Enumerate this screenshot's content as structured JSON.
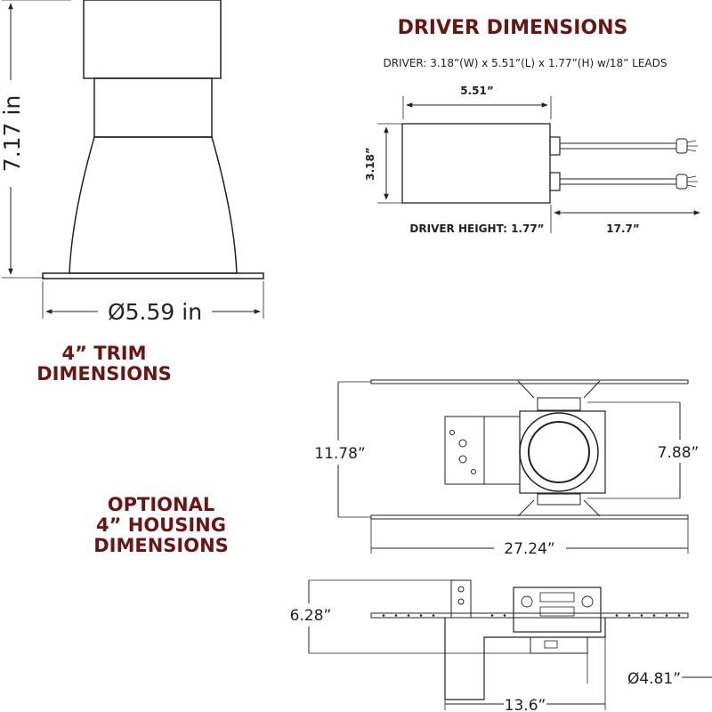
{
  "colors": {
    "heading": "#6b1414",
    "ink": "#222222",
    "background": "#ffffff"
  },
  "driver": {
    "heading": "DRIVER DIMENSIONS",
    "spec": "DRIVER: 3.18”(W) x 5.51”(L) x 1.77”(H) w/18” LEADS",
    "length_label": "5.51”",
    "width_label": "3.18”",
    "height_label": "DRIVER HEIGHT: 1.77”",
    "leads_label": "17.7”"
  },
  "trim": {
    "heading_line1": "4” TRIM",
    "heading_line2": "DIMENSIONS",
    "height_label": "7.17 in",
    "diameter_label": "Ø5.59 in"
  },
  "housing": {
    "heading_line1": "OPTIONAL",
    "heading_line2": "4” HOUSING",
    "heading_line3": "DIMENSIONS",
    "depth_label": "11.78”",
    "ring_label": "7.88”",
    "length_label": "27.24”",
    "height_label": "6.28”",
    "aperture_label": "Ø4.81”",
    "body_width_label": "13.6”"
  }
}
